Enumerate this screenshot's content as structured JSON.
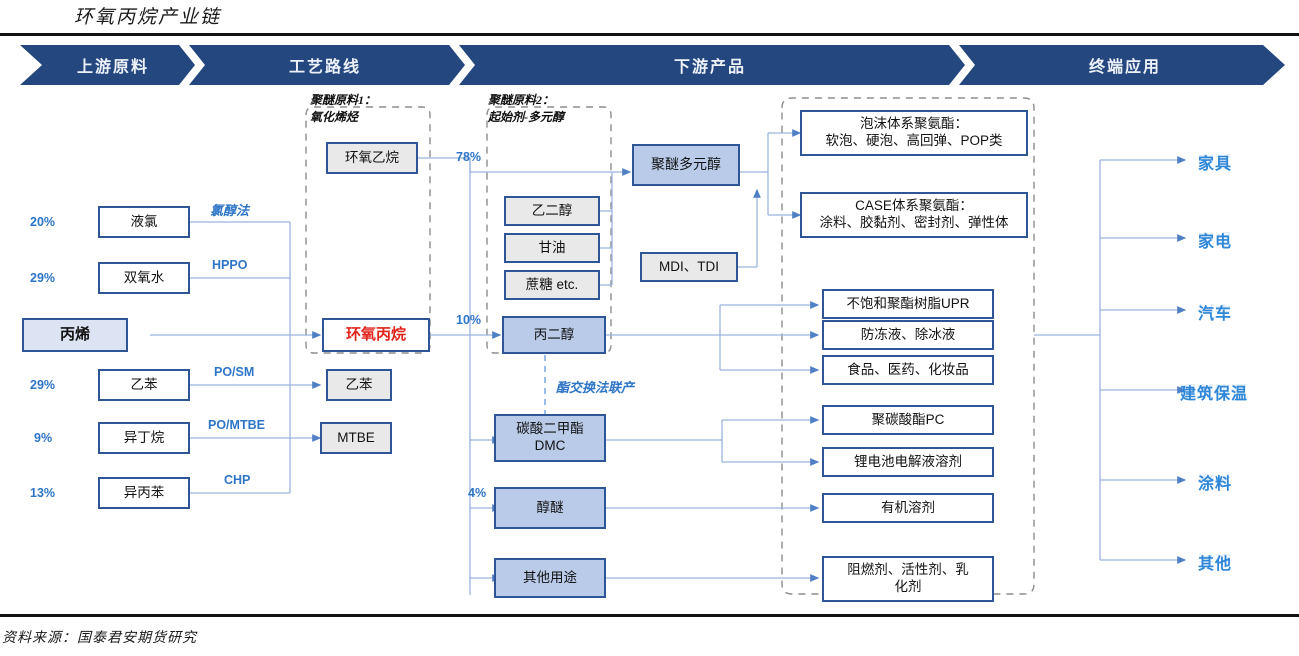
{
  "title": "环氧丙烷产业链",
  "source": "资料来源：国泰君安期货研究",
  "banner": {
    "segments": [
      {
        "label": "上游原料"
      },
      {
        "label": "工艺路线"
      },
      {
        "label": "下游产品"
      },
      {
        "label": "终端应用"
      }
    ],
    "color": "#24477f"
  },
  "group_labels": {
    "poly1": "聚醚原料1：\n氧化烯烃",
    "poly1_line1": "聚醚原料1：",
    "poly1_line2": "氧化烯烃",
    "poly2_line1": "聚醚原料2：",
    "poly2_line2": "起始剂-多元醇"
  },
  "upstream": {
    "percents": [
      "20%",
      "29%",
      "29%",
      "9%",
      "13%"
    ],
    "items": [
      {
        "label": "液氯",
        "pct": "20%"
      },
      {
        "label": "双氧水",
        "pct": "29%"
      },
      {
        "label": "乙苯",
        "pct": "29%"
      },
      {
        "label": "异丁烷",
        "pct": "9%"
      },
      {
        "label": "异丙苯",
        "pct": "13%"
      }
    ],
    "feed": {
      "label": "丙烯"
    }
  },
  "routes": {
    "labels": [
      "氯醇法",
      "HPPO",
      "PO/SM",
      "PO/MTBE",
      "CHP"
    ],
    "chlorohydrin": "氯醇法",
    "hppo": "HPPO",
    "posm": "PO/SM",
    "pomtbe": "PO/MTBE",
    "chp": "CHP"
  },
  "process": {
    "ethylene_oxide": "环氧乙烷",
    "propylene_oxide": "环氧丙烷",
    "ethylbenzene": "乙苯",
    "mtbe": "MTBE"
  },
  "intermediates": {
    "eo_share": "78%",
    "po_share": "10%",
    "ether_share": "4%",
    "ethylene_glycol": "乙二醇",
    "glycerol": "甘油",
    "sucrose": "蔗糖 etc.",
    "propylene_glycol": "丙二醇",
    "dmc_line1": "碳酸二甲酯",
    "dmc_line2": "DMC",
    "glycol_ether": "醇醚",
    "other_use": "其他用途",
    "transesterification": "酯交换法联产"
  },
  "downstream": {
    "polyether_polyol": "聚醚多元醇",
    "mdi_tdi": "MDI、TDI",
    "foam_line1": "泡沫体系聚氨酯：",
    "foam_line2": "软泡、硬泡、高回弹、POP类",
    "case_line1": "CASE体系聚氨酯：",
    "case_line2": "涂料、胶黏剂、密封剂、弹性体",
    "upr": "不饱和聚酯树脂UPR",
    "antifreeze": "防冻液、除冰液",
    "food": "食品、医药、化妆品",
    "pc": "聚碳酸酯PC",
    "battery": "锂电池电解液溶剂",
    "solvent": "有机溶剂",
    "flame_line1": "阻燃剂、活性剂、乳",
    "flame_line2": "化剂"
  },
  "applications": [
    {
      "label": "家具"
    },
    {
      "label": "家电"
    },
    {
      "label": "汽车"
    },
    {
      "label": "建筑保温"
    },
    {
      "label": "涂料"
    },
    {
      "label": "其他"
    }
  ],
  "colors": {
    "banner": "#24477f",
    "border": "#2e5596",
    "accent_blue": "#2e75c8",
    "app_blue": "#2e86d8",
    "highlight_red": "#e2231a",
    "wire": "#9ab5dd"
  }
}
